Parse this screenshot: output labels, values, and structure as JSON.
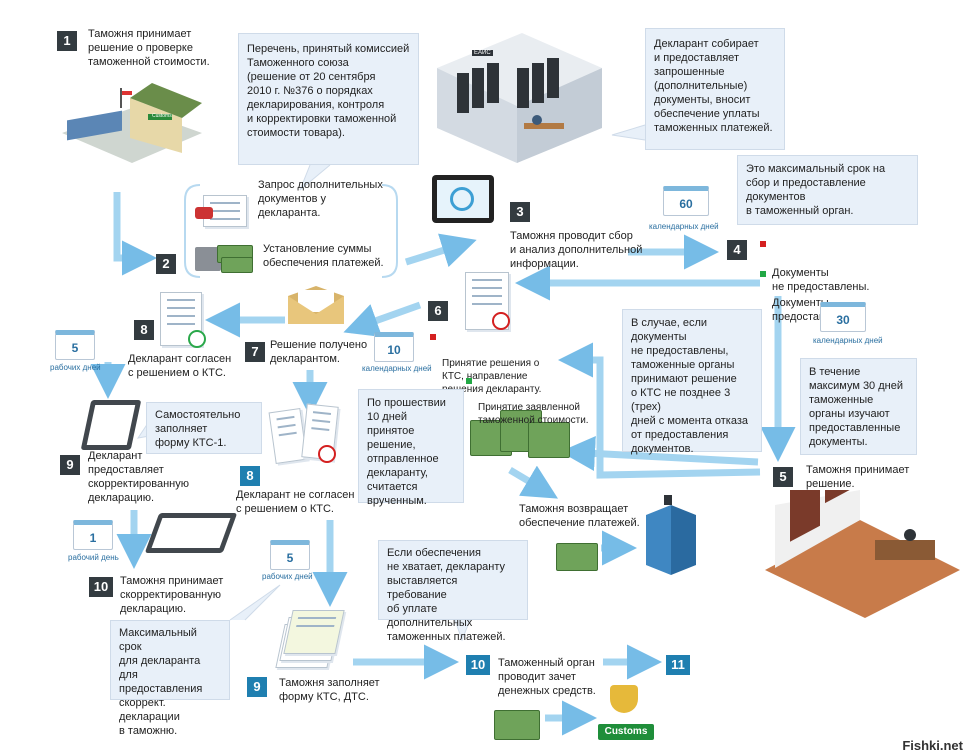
{
  "steps": {
    "s1": {
      "num": "1",
      "text": "Таможня принимает\nрешение о проверке\nтаможенной стоимости."
    },
    "s2": {
      "num": "2"
    },
    "s2_request": "Запрос дополнительных\nдокументов у\nдекларанта.",
    "s2_security": "Установление суммы\nобеспечения платежей.",
    "s3": {
      "num": "3",
      "text": "Таможня проводит сбор\nи анализ дополнительной\nинформации."
    },
    "s4": {
      "num": "4",
      "red": "Документы\nне предоставлены.",
      "green": "Документы\nпредоставлены."
    },
    "s5": {
      "num": "5",
      "text": "Таможня принимает\nрешение."
    },
    "s6": {
      "num": "6",
      "red": "Принятие решения о\nКТС, направление\nрешения декларанту.",
      "green": "Принятие заявленной\nтаможенной стоимости."
    },
    "s7": {
      "num": "7",
      "text": "Решение получено\nдекларантом."
    },
    "s8a": {
      "num": "8",
      "text": "Декларант согласен\nс решением о КТС."
    },
    "s8b": {
      "num": "8",
      "text": "Декларант не согласен\nс решением о КТС."
    },
    "s9a": {
      "num": "9",
      "text": "Декларант\nпредоставляет\nскорректированную\nдекларацию."
    },
    "s9b": {
      "num": "9",
      "text": "Таможня заполняет\nформу КТС, ДТС."
    },
    "s10a": {
      "num": "10",
      "text": "Таможня принимает\nскорректированную\nдекларацию."
    },
    "s10b": {
      "num": "10",
      "text": "Таможенный орган\nпроводит зачет\nденежных средств."
    },
    "s11": {
      "num": "11"
    },
    "refund": "Таможня возвращает\nобеспечение платежей."
  },
  "notes": {
    "list": "Перечень, принятый комиссией\nТаможенного союза\n(решение от 20 сентября\n2010 г. №376 о порядках\nдекларирования, контроля\nи корректировки таможенной\nстоимости товара).",
    "declarant": "Декларант собирает\nи предоставляет\nзапрошенные\n(дополнительные)\nдокументы, вносит\nобеспечение уплаты\nтаможенных платежей.",
    "max_term": "Это максимальный срок на\nсбор и предоставление\nдокументов\nв таможенный орган.",
    "not_provided": "В случае, если\nдокументы\nне предоставлены,\nтаможенные органы\nпринимают решение\nо КТС не позднее 3 (трех)\nдней с момента отказа\nот предоставления\nдокументов.",
    "thirty": "В течение\nмаксимум 30 дней\nтаможенные\nорганы изучают\nпредоставленные\nдокументы.",
    "ten_days": "По прошествии\n10 дней принятое\nрешение,\nотправленное\nдекларанту,\nсчитается\nврученным.",
    "kts1": "Самостоятельно\nзаполняет\nформу КТС-1.",
    "insufficient": "Если обеспечения\nне хватает, декларанту\nвыставляется требование\nоб уплате дополнительных\nтаможенных платежей.",
    "max_corr": "Максимальный срок\nдля декларанта для\nпредоставления\nскоррект. декларации\nв таможню."
  },
  "calendars": {
    "c60": {
      "value": "60",
      "caption": "календарных дней"
    },
    "c30": {
      "value": "30",
      "caption": "календарных дней"
    },
    "c10": {
      "value": "10",
      "caption": "календарных дней"
    },
    "c5a": {
      "value": "5",
      "caption": "рабочих дней"
    },
    "c5b": {
      "value": "5",
      "caption": "рабочих дней"
    },
    "c1": {
      "value": "1",
      "caption": "рабочий день"
    }
  },
  "labels": {
    "customs_badge": "Customs",
    "warehouse_sign": "Customs",
    "server_sign": "ЕАИС",
    "brand": "Fishki.net"
  },
  "colors": {
    "arrow": "#8cc8ec",
    "step_dark": "#333b40",
    "step_blue": "#1f7fb0",
    "note_bg": "#e8f0f9",
    "red_bullet": "#d42020",
    "green_bullet": "#22a845"
  }
}
